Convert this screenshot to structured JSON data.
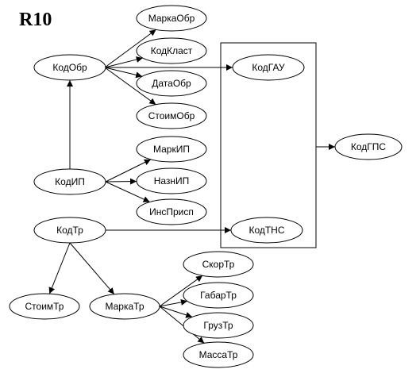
{
  "diagram": {
    "title": "R10",
    "nodes": {
      "kodobr": "КодОбр",
      "markaobr": "МаркаОбр",
      "kodklast": "КодКласт",
      "dataobr": "ДатаОбр",
      "stoimobr": "СтоимОбр",
      "kodgau": "КодГАУ",
      "kodgps": "КодГПС",
      "kodip": "КодИП",
      "markip": "МаркИП",
      "naznip": "НазнИП",
      "insprisp": "ИнсПрисп",
      "kodtr": "КодТр",
      "kodtns": "КодТНС",
      "stoimtr": "СтоимТр",
      "markatr": "МаркаТр",
      "skortr": "СкорТр",
      "gabartr": "ГабарТр",
      "gruztr": "ГрузТр",
      "massatr": "МассаТр"
    },
    "edges": [
      [
        "kodobr",
        "markaobr"
      ],
      [
        "kodobr",
        "kodklast"
      ],
      [
        "kodobr",
        "dataobr"
      ],
      [
        "kodobr",
        "stoimobr"
      ],
      [
        "kodobr",
        "kodgau"
      ],
      [
        "kodip",
        "kodobr"
      ],
      [
        "kodip",
        "markip"
      ],
      [
        "kodip",
        "naznip"
      ],
      [
        "kodip",
        "insprisp"
      ],
      [
        "kodtr",
        "kodtns"
      ],
      [
        "kodtr",
        "stoimtr"
      ],
      [
        "kodtr",
        "markatr"
      ],
      [
        "markatr",
        "skortr"
      ],
      [
        "markatr",
        "gabartr"
      ],
      [
        "markatr",
        "gruztr"
      ],
      [
        "markatr",
        "massatr"
      ],
      [
        "group-box",
        "kodgps"
      ]
    ],
    "colors": {
      "stroke": "#000000",
      "fill": "#ffffff"
    }
  }
}
